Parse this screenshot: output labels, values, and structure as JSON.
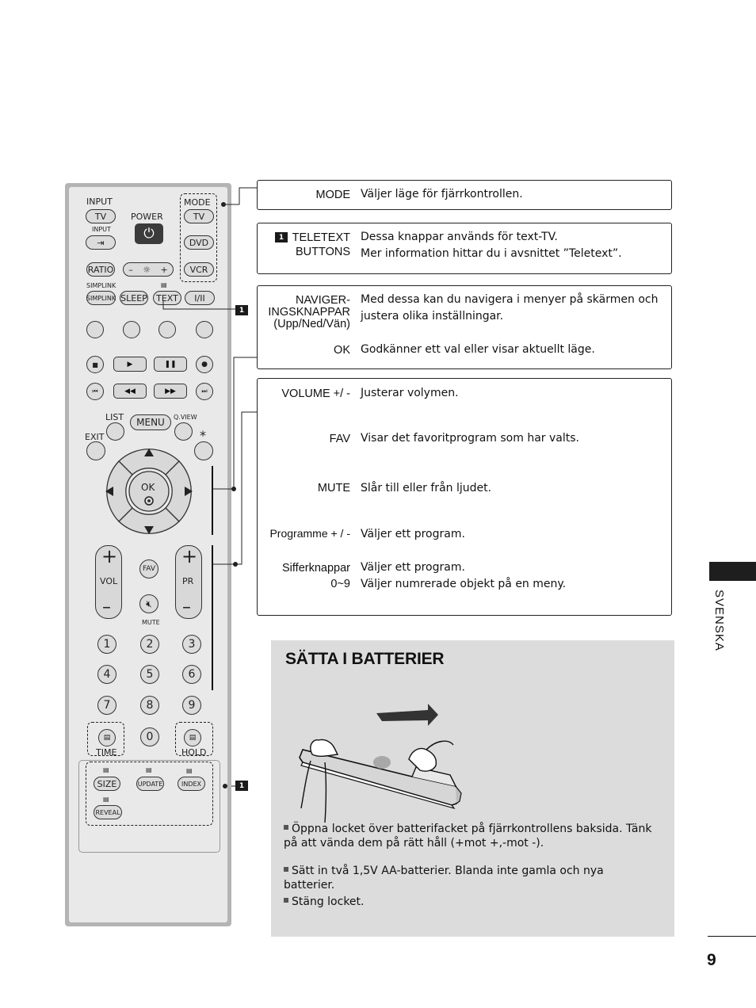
{
  "remote": {
    "input_label": "INPUT",
    "tv_left": "TV",
    "input_small": "INPUT",
    "power_label": "POWER",
    "mode_label": "MODE",
    "mode_tv": "TV",
    "mode_dvd": "DVD",
    "mode_vcr": "VCR",
    "ratio": "RATIO",
    "simplink_logo": "SIMPLINK",
    "simplink": "SIMPLINK",
    "sleep": "SLEEP",
    "text": "TEXT",
    "i_ii": "I/II",
    "list": "LIST",
    "menu": "MENU",
    "qview": "Q.VIEW",
    "exit": "EXIT",
    "star": "*",
    "ok": "OK",
    "vol": "VOL",
    "fav": "FAV",
    "pr": "PR",
    "mute": "MUTE",
    "plus": "+",
    "minus": "–",
    "digits": [
      "1",
      "2",
      "3",
      "4",
      "5",
      "6",
      "7",
      "8",
      "9",
      "0"
    ],
    "time": "TIME",
    "hold": "HOLD",
    "size": "SIZE",
    "update": "UPDATE",
    "index": "INDEX",
    "reveal": "REVEAL",
    "marker": "1"
  },
  "boxes": {
    "mode_key": "MODE",
    "mode_desc": "Väljer läge för fjärrkontrollen.",
    "teletext_marker": "1",
    "teletext_key_1": "TELETEXT",
    "teletext_key_2": "BUTTONS",
    "teletext_desc_1": "Dessa knappar används för text-TV.",
    "teletext_desc_2": "Mer information hittar du i avsnittet ”Teletext”.",
    "nav_key_1": "NAVIGER-",
    "nav_key_2": "INGSKNAPPAR",
    "nav_key_3": "(Upp/Ned/Vän)",
    "nav_desc_1": "Med dessa kan du navigera i menyer på skärmen och",
    "nav_desc_2": "justera olika inställningar.",
    "ok_key": "OK",
    "ok_desc": "Godkänner ett val eller visar aktuellt läge.",
    "volume_key": "VOLUME +/ -",
    "volume_desc": "Justerar volymen.",
    "fav_key": "FAV",
    "fav_desc": "Visar det favoritprogram som har valts.",
    "mute_key": "MUTE",
    "mute_desc": "Slår till eller från ljudet.",
    "programme_key": "Programme + / -",
    "programme_desc": "Väljer ett program.",
    "siffer_key_1": "Sifferknappar",
    "siffer_key_2": "0~9",
    "siffer_desc_1": "Väljer ett program.",
    "siffer_desc_2": "Väljer numrerade objekt på en meny."
  },
  "battery": {
    "title": "SÄTTA I BATTERIER",
    "bullet1": "Öppna locket över batterifacket på fjärrkontrollens baksida. Tänk på att vända dem på rätt håll (+mot +,-mot -).",
    "bullet2": "Sätt in två 1,5V AA-batterier. Blanda inte gamla och nya batterier.",
    "bullet3": "Stäng locket."
  },
  "side": {
    "language": "SVENSKA",
    "page_number": "9"
  }
}
